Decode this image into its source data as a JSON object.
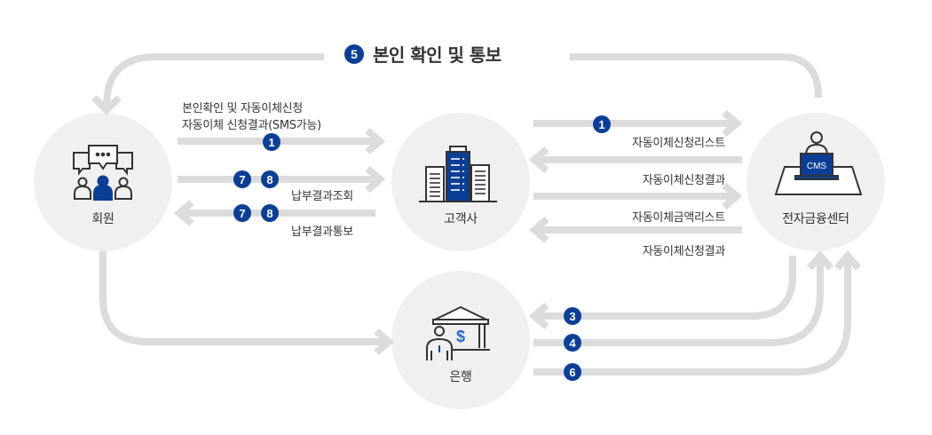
{
  "title": {
    "step": "5",
    "text": "본인 확인 및 통보"
  },
  "nodes": {
    "member": {
      "label": "회원"
    },
    "client": {
      "label": "고객사"
    },
    "efc": {
      "label": "전자금융센터",
      "screen_text": "CMS"
    },
    "bank": {
      "label": "은행"
    }
  },
  "flows": {
    "member_to_client": {
      "step": "1",
      "line1": "본인확인 및 자동이체신청",
      "line2": "자동이체 신청결과(SMS가능)"
    },
    "inquiry": {
      "steps": [
        "7",
        "8"
      ],
      "label": "납부결과조회"
    },
    "notify": {
      "steps": [
        "7",
        "8"
      ],
      "label": "납부결과통보"
    },
    "client_to_efc_list": {
      "step": "1",
      "label": "자동이체신청리스트"
    },
    "efc_to_client_result": {
      "label": "자동이체신청결과"
    },
    "client_to_efc_amount": {
      "label": "자동이체금액리스트"
    },
    "efc_to_client_result2": {
      "label": "자동이체신청결과"
    },
    "efc_to_bank": {
      "step": "3"
    },
    "bank_to_efc_a": {
      "step": "4"
    },
    "bank_to_efc_b": {
      "step": "6"
    }
  },
  "colors": {
    "accent": "#0b3f97",
    "arrow": "#dcdcdc",
    "node_bg": "#f0f0f0",
    "icon_stroke": "#333333"
  }
}
